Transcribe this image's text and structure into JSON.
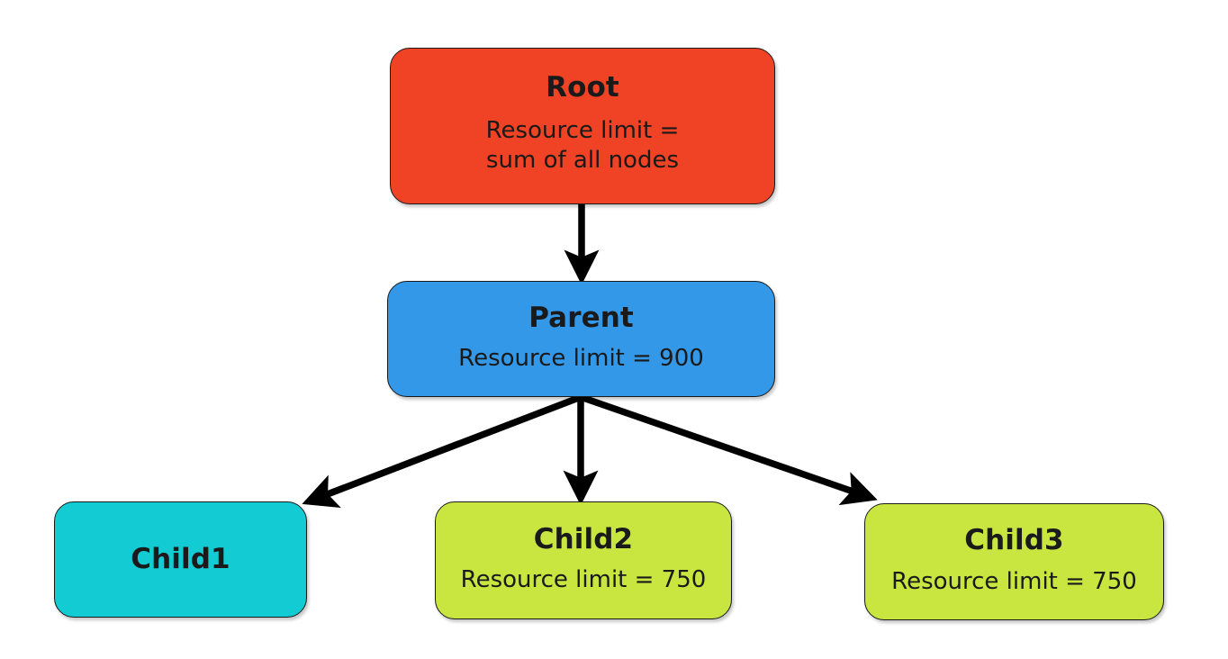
{
  "diagram": {
    "type": "tree-hierarchy",
    "background_color": "#ffffff",
    "edge_color": "#000000",
    "text_color": "#1a1a1a",
    "nodes": {
      "root": {
        "title": "Root",
        "subtitle": "Resource limit =\nsum of all nodes",
        "color": "#f04224",
        "icon": "rounded-rectangle-node"
      },
      "parent": {
        "title": "Parent",
        "subtitle": "Resource limit = 900",
        "color": "#3498e8",
        "icon": "rounded-rectangle-node"
      },
      "child1": {
        "title": "Child1",
        "subtitle": "",
        "color": "#12cbd3",
        "icon": "rounded-rectangle-node"
      },
      "child2": {
        "title": "Child2",
        "subtitle": "Resource limit = 750",
        "color": "#c8e63f",
        "icon": "rounded-rectangle-node"
      },
      "child3": {
        "title": "Child3",
        "subtitle": "Resource limit = 750",
        "color": "#c8e63f",
        "icon": "rounded-rectangle-node"
      }
    },
    "edges": [
      {
        "from": "root",
        "to": "parent",
        "style": "solid-arrow"
      },
      {
        "from": "parent",
        "to": "child1",
        "style": "solid-arrow"
      },
      {
        "from": "parent",
        "to": "child2",
        "style": "solid-arrow"
      },
      {
        "from": "parent",
        "to": "child3",
        "style": "solid-arrow"
      }
    ]
  }
}
